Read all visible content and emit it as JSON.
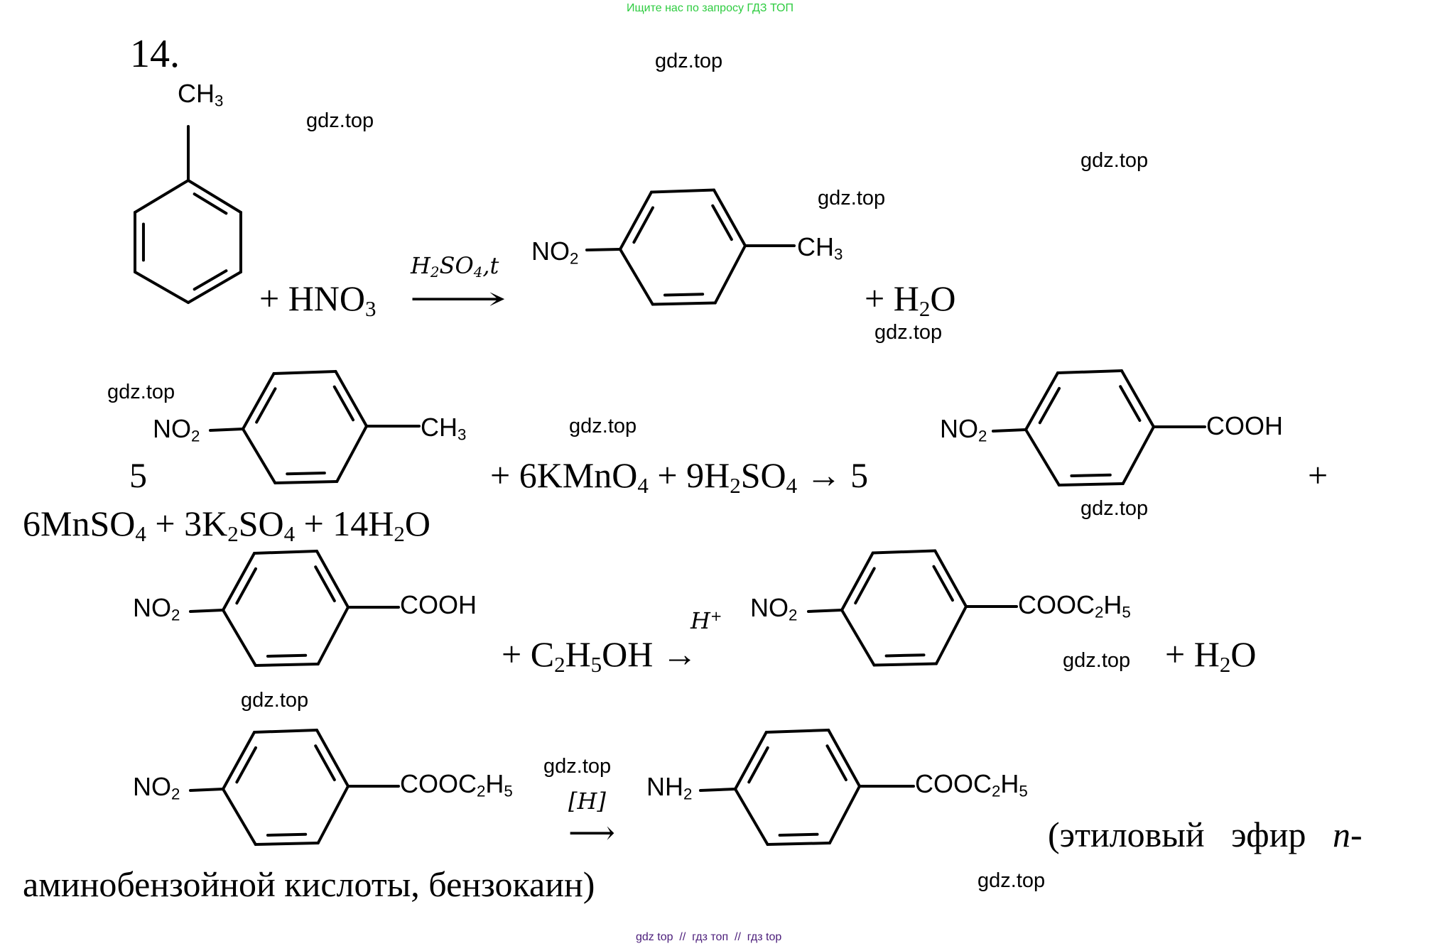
{
  "banner": {
    "text": "Ищите нас по запросу ГДЗ ТОП",
    "color": "#2ecc40"
  },
  "task_number": "14.",
  "watermark": "gdz.top",
  "footer": {
    "parts": [
      "gdz top",
      "//",
      "гдз топ",
      "//",
      "гдз top"
    ],
    "color": "#4b1d7a"
  },
  "reactions": [
    {
      "id": "nitration",
      "reactant": {
        "name": "toluene",
        "substituents": {
          "top": "CH",
          "top_sub": "3"
        }
      },
      "plus_reagent": {
        "plus": "+",
        "formula": "HNO",
        "sub": "3"
      },
      "arrow": {
        "condition_a": "H",
        "condition_a_sub": "2",
        "condition_b": "SO",
        "condition_b_sub": "4",
        "condition_c": ",t",
        "symbol": "⟶"
      },
      "product": {
        "name": "4-nitrotoluene",
        "left": "NO",
        "left_sub": "2",
        "right": "CH",
        "right_sub": "3"
      },
      "byproduct": {
        "plus": "+",
        "a": "H",
        "sub": "2",
        "b": "O"
      }
    },
    {
      "id": "oxidation",
      "coefficient": "5",
      "reactant": {
        "name": "4-nitrotoluene",
        "left": "NO",
        "left_sub": "2",
        "right": "CH",
        "right_sub": "3"
      },
      "reagents": {
        "t1": "+ 6KMnO",
        "s1": "4",
        "t2": " + 9H",
        "s2": "2",
        "t3": "SO",
        "s3": "4",
        "t4": " → 5"
      },
      "product": {
        "name": "4-nitrobenzoic acid",
        "left": "NO",
        "left_sub": "2",
        "right": "COOH"
      },
      "trailing_plus": "+",
      "byproducts": {
        "t1": "6MnSO",
        "s1": "4",
        "t2": " + 3K",
        "s2": "2",
        "t3": "SO",
        "s3": "4",
        "t4": " + 14H",
        "s4": "2",
        "t5": "O"
      }
    },
    {
      "id": "esterification",
      "reactant": {
        "name": "4-nitrobenzoic acid",
        "left": "NO",
        "left_sub": "2",
        "right": "COOH"
      },
      "plus_reagent": {
        "t1": "+ C",
        "s1": "2",
        "t2": "H",
        "s2": "5",
        "t3": "OH",
        "arrow": "→"
      },
      "catalyst": {
        "text": "H",
        "sup": "+"
      },
      "product": {
        "name": "ethyl 4-nitrobenzoate",
        "left": "NO",
        "left_sub": "2",
        "right_a": "COOC",
        "right_sub1": "2",
        "right_b": "H",
        "right_sub2": "5"
      },
      "byproduct": {
        "plus": "+",
        "a": "H",
        "sub": "2",
        "b": "O"
      }
    },
    {
      "id": "reduction",
      "reactant": {
        "name": "ethyl 4-nitrobenzoate",
        "left": "NO",
        "left_sub": "2",
        "right_a": "COOC",
        "right_sub1": "2",
        "right_b": "H",
        "right_sub2": "5"
      },
      "arrow": {
        "condition": "[H]",
        "symbol": "⟶"
      },
      "product": {
        "name": "benzocaine",
        "left": "NH",
        "left_sub": "2",
        "right_a": "COOC",
        "right_sub1": "2",
        "right_b": "H",
        "right_sub2": "5"
      },
      "note": {
        "line1_a": "(этиловый   эфир   ",
        "line1_it": "n",
        "line1_b": "-",
        "line2": "аминобензойной кислоты, бензокаин)"
      }
    }
  ]
}
